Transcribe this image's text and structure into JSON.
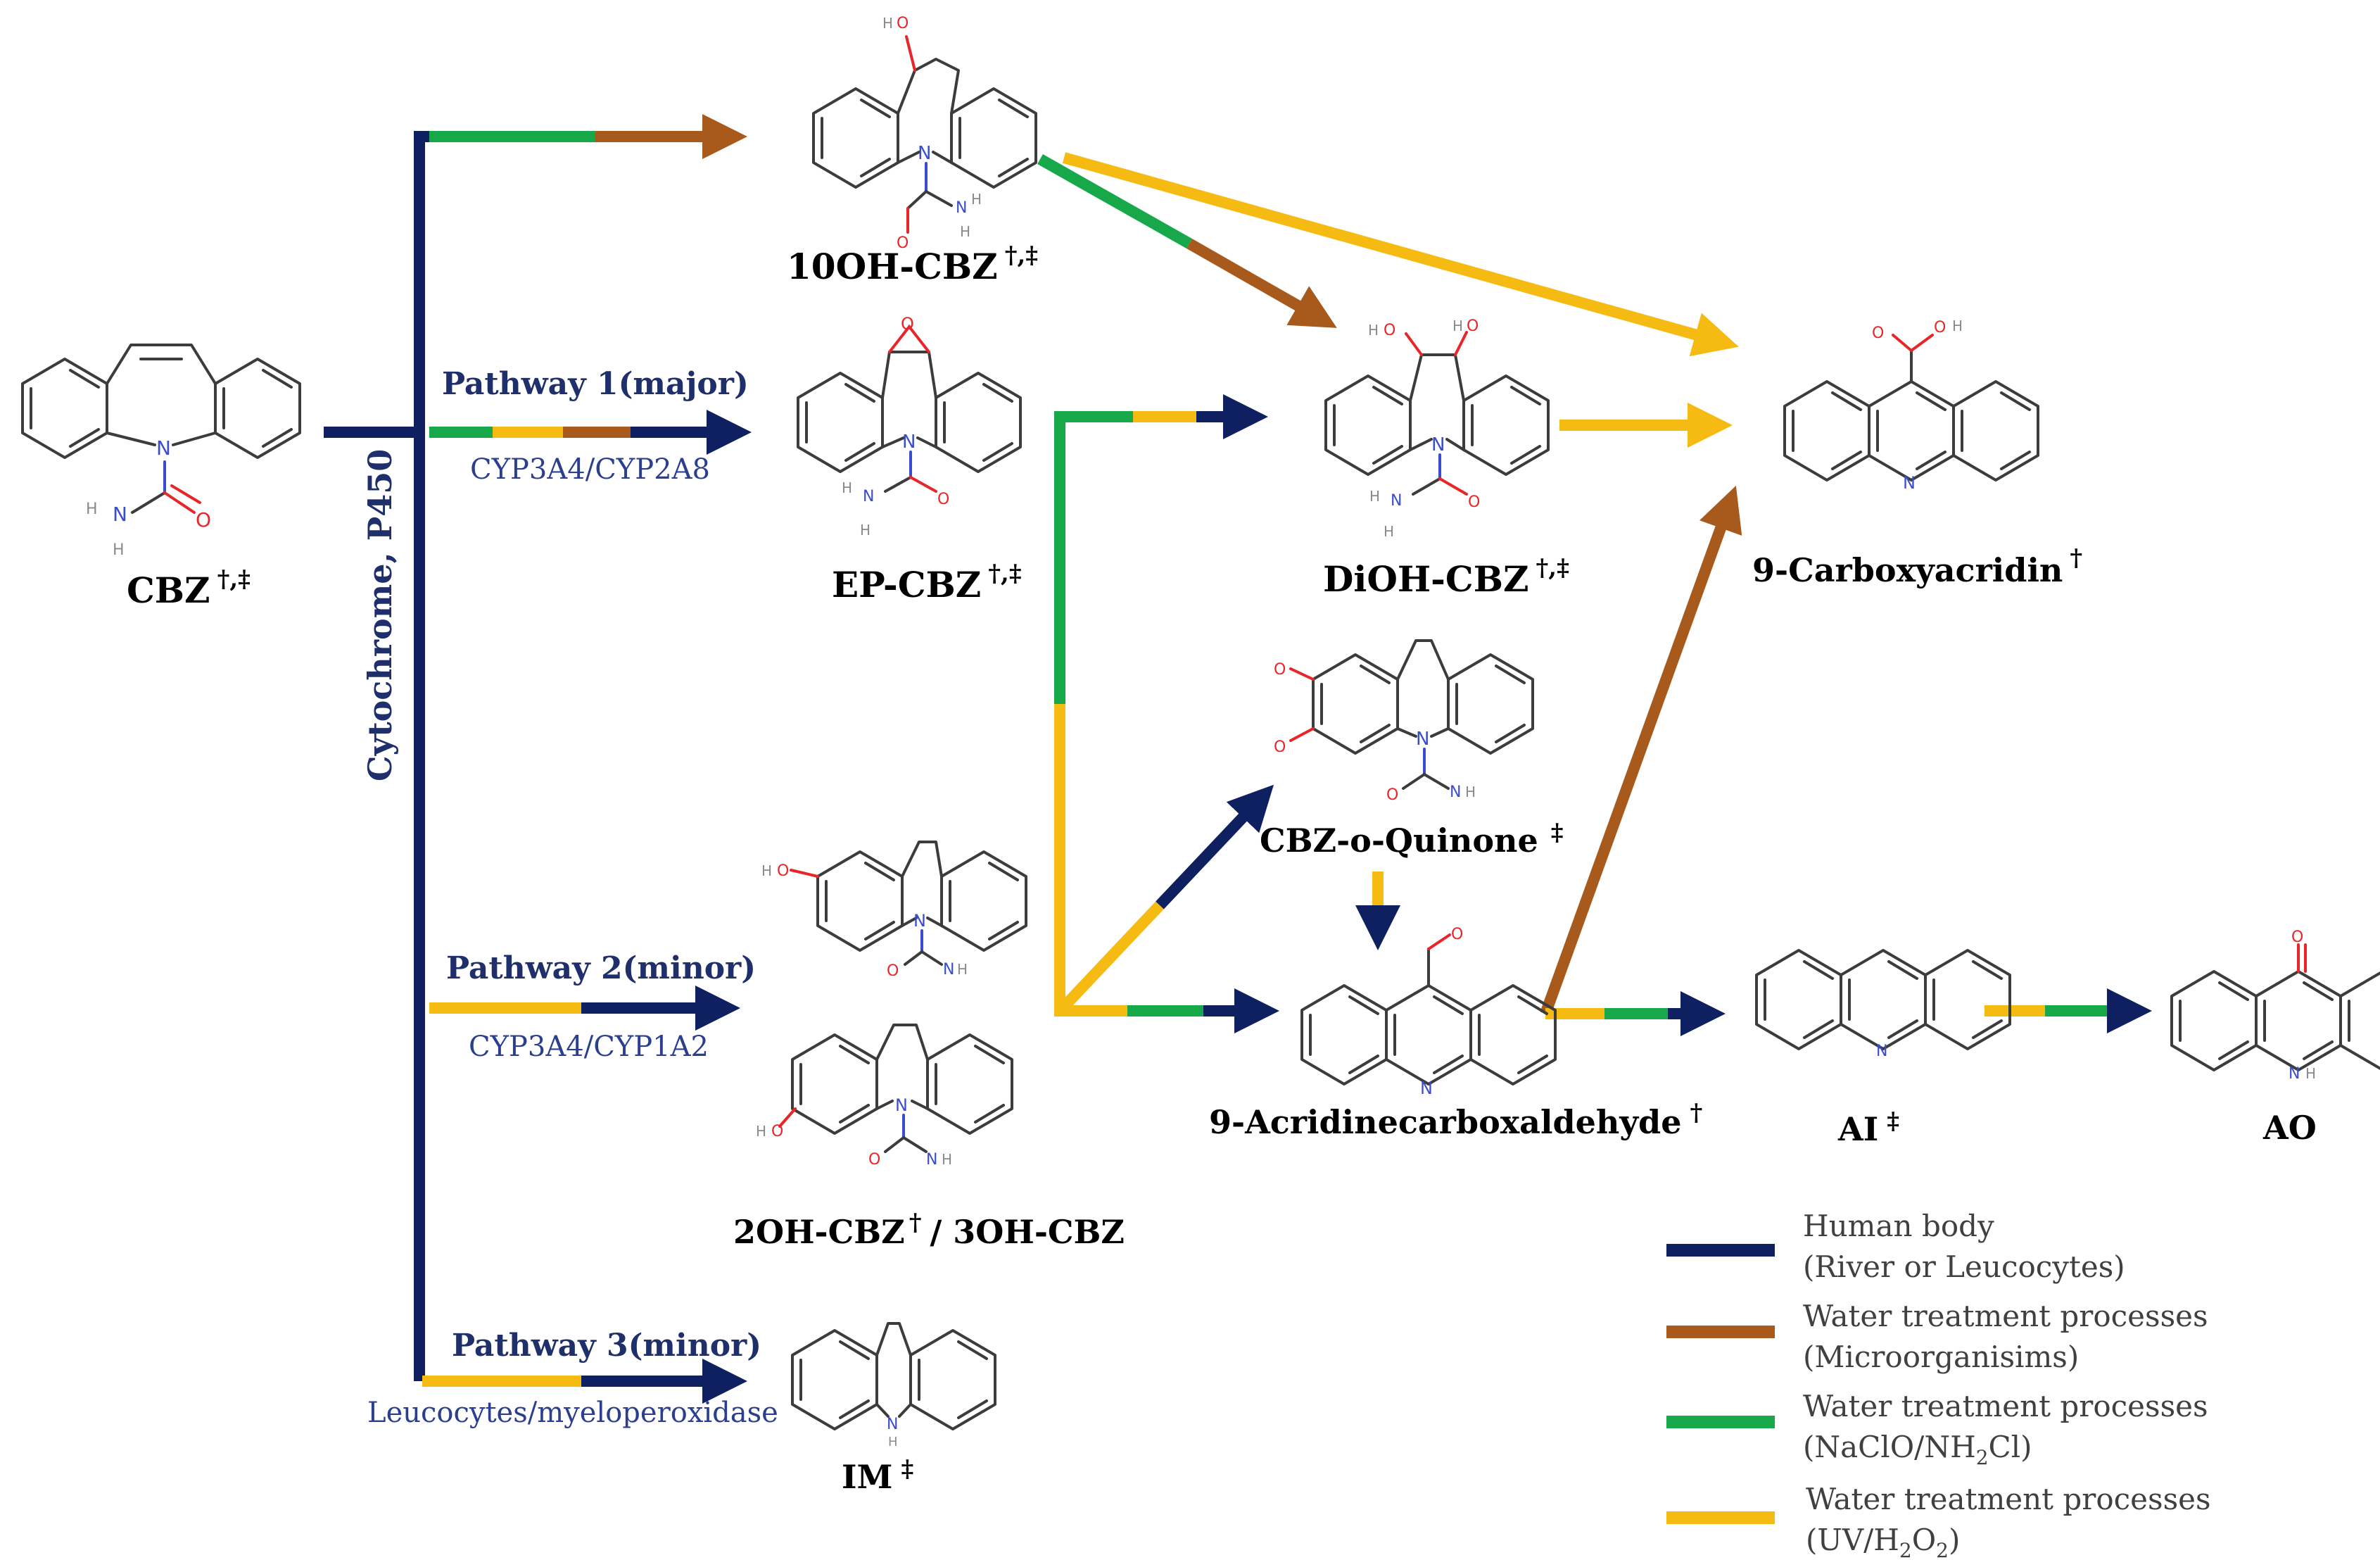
{
  "compounds": {
    "cbz": {
      "name": "CBZ",
      "marks": "†,‡"
    },
    "oh10": {
      "name": "10OH-CBZ",
      "marks": "†,‡"
    },
    "ep": {
      "name": "EP-CBZ",
      "marks": "†,‡"
    },
    "dioh": {
      "name": "DiOH-CBZ",
      "marks": "†,‡"
    },
    "carboxy": {
      "name": "9-Carboxyacridin",
      "marks": "†"
    },
    "quinone": {
      "name": "CBZ-o-Quinone",
      "marks": "‡"
    },
    "aldehyde": {
      "name": "9-Acridinecarboxaldehyde",
      "marks": "†"
    },
    "ai": {
      "name": "AI",
      "marks": "‡"
    },
    "ao": {
      "name": "AO",
      "marks": ""
    },
    "oh2": {
      "name": "2OH-CBZ",
      "marks": "†",
      "suffix": "/ 3OH-CBZ"
    },
    "im": {
      "name": "IM",
      "marks": "‡"
    }
  },
  "pathways": {
    "p1": {
      "label": "Pathway 1(major)",
      "enzyme": "CYP3A4/CYP2A8"
    },
    "p2": {
      "label": "Pathway 2(minor)",
      "enzyme": "CYP3A4/CYP1A2"
    },
    "p3": {
      "label": "Pathway 3(minor)",
      "enzyme": "Leucocytes/myeloperoxidase"
    },
    "cytochrome": "Cytochrome, P450"
  },
  "atoms": {
    "O": "O",
    "N": "N",
    "H": "H"
  },
  "colors": {
    "human": "#0f2060",
    "microorganisms": "#a85a1c",
    "naclo": "#17a84a",
    "uv": "#f5bb12"
  },
  "legend": [
    {
      "line1": "Human body",
      "line2": "(River or Leucocytes)",
      "color": "#0f2060"
    },
    {
      "line1": "Water treatment processes",
      "line2": "(Microorganisims)",
      "color": "#a85a1c"
    },
    {
      "line1": "Water treatment processes",
      "line2": "(NaClO/NH",
      "sub1": "2",
      "line2b": "Cl)",
      "color": "#17a84a"
    },
    {
      "line1": "Water treatment processes",
      "line2": "(UV/H",
      "sub1": "2",
      "line2b": "O",
      "sub2": "2",
      "line2c": ")",
      "color": "#f5bb12"
    }
  ]
}
